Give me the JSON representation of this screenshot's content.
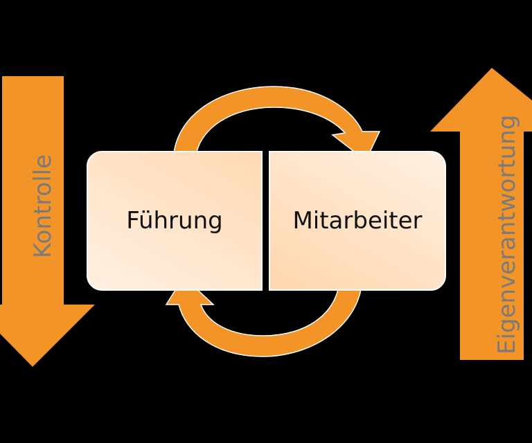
{
  "diagram": {
    "type": "cycle-with-side-arrows",
    "nodes": [
      {
        "id": "fuehrung",
        "label": "Führung"
      },
      {
        "id": "mitarbeiter",
        "label": "Mitarbeiter"
      }
    ],
    "cycle_arrows": [
      {
        "from": "fuehrung",
        "to": "mitarbeiter",
        "position": "top"
      },
      {
        "from": "mitarbeiter",
        "to": "fuehrung",
        "position": "bottom"
      }
    ],
    "side_arrows": {
      "left": {
        "label": "Kontrolle",
        "direction": "down"
      },
      "right": {
        "label": "Eigenverantwortung",
        "direction": "up"
      }
    },
    "colors": {
      "arrow": "#f39428",
      "box_light": "#fff0e2",
      "box_dark": "#ffd6ad",
      "label_gray": "#7a7a7a",
      "background": "#000000"
    }
  }
}
